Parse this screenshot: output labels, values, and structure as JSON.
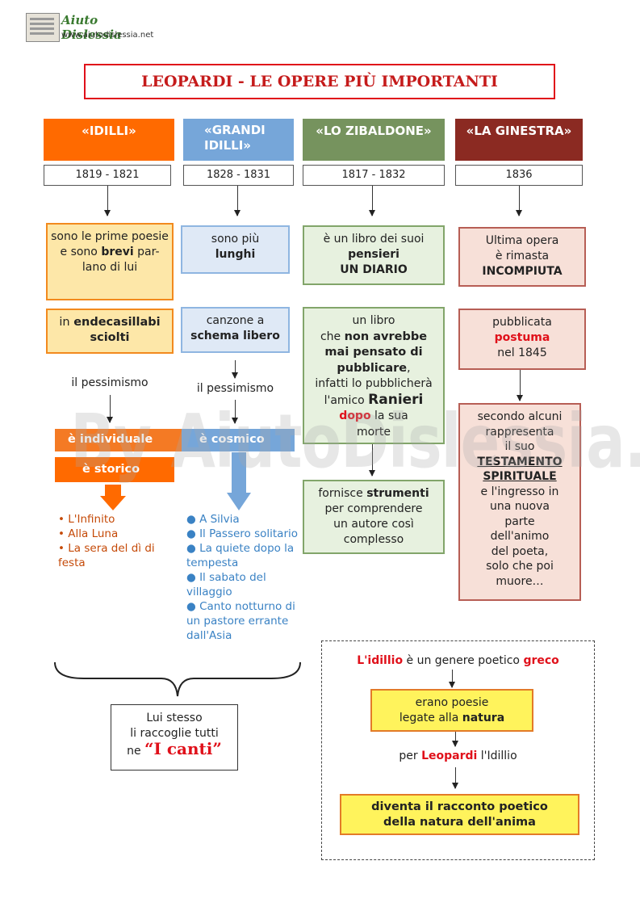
{
  "logo": {
    "brand": "Aiuto Dislessia",
    "url": "www.aiutodislessia.net"
  },
  "title": "LEOPARDI  -  LE OPERE PIÙ IMPORTANTI",
  "columns": {
    "idilli": {
      "header": "«IDILLI»",
      "color": "#ff6a00",
      "dates": "1819 - 1821",
      "desc": {
        "a": "sono le prime poesie",
        "b": "e sono ",
        "c": "brevi",
        "d": " par-lano di lui"
      },
      "meter": {
        "a": "in ",
        "b": "endecasillabi sciolti"
      },
      "pessimism": "il pessimismo",
      "band1": "è individuale",
      "band2": "è storico",
      "poems": [
        "L'Infinito",
        "Alla Luna",
        "La sera del dì di festa"
      ]
    },
    "grandi": {
      "header": "«GRANDI IDILLI»",
      "color": "#76a6d9",
      "dates": "1828 - 1831",
      "desc": {
        "a": "sono più",
        "b": "lunghi"
      },
      "meter": {
        "a": "canzone a",
        "b": "schema libero"
      },
      "pessimism": "il pessimismo",
      "band1": "è cosmico",
      "poems": [
        "A Silvia",
        "Il Passero solitario",
        "La quiete dopo la tempesta",
        "Il sabato del villaggio",
        "Canto notturno di un pastore errante dall'Asia"
      ]
    },
    "zibaldone": {
      "header": "«LO ZIBALDONE»",
      "color": "#76935e",
      "dates": "1817 - 1832",
      "desc": {
        "a": "è un libro dei suoi",
        "b": "pensieri",
        "c": "UN DIARIO"
      },
      "book": {
        "a": "un libro",
        "b": "che ",
        "c": "non avrebbe mai pensato di pubblicare",
        "d": ",",
        "e": "infatti lo pubblicherà",
        "f": "l'amico ",
        "g": "Ranieri",
        "h": "dopo",
        "i": " la sua",
        "j": "morte"
      },
      "tools": {
        "a": "fornisce ",
        "b": "strumenti",
        "c": "per comprendere",
        "d": "un autore così",
        "e": "complesso"
      }
    },
    "ginestra": {
      "header": "«LA GINESTRA»",
      "color": "#8b2a22",
      "dates": "1836",
      "desc": {
        "a": "Ultima opera",
        "b": "è rimasta",
        "c": "INCOMPIUTA"
      },
      "posthumous": {
        "a": "pubblicata",
        "b": "postuma",
        "c": "nel 1845"
      },
      "testament": {
        "a": "secondo alcuni",
        "b": "rappresenta",
        "c": "il suo",
        "d": "TESTAMENTO SPIRITUALE",
        "e": "e l'ingresso in",
        "f": "una nuova",
        "g": "parte",
        "h": "dell'animo",
        "i": "del poeta,",
        "j": "solo che poi",
        "k": "muore…"
      }
    }
  },
  "canti": {
    "a": "Lui stesso",
    "b": "li raccoglie tutti",
    "c": "ne ",
    "d": "“I canti”"
  },
  "idillio": {
    "l1a": "L'idillio",
    "l1b": " è un genere poetico ",
    "l1c": "greco",
    "box1a": "erano poesie",
    "box1b": "legate alla ",
    "box1c": "natura",
    "l2a": "per ",
    "l2b": "Leopardi",
    "l2c": " l'Idillio",
    "box2": "diventa il racconto poetico della natura dell'anima"
  },
  "watermark": "By AiutoDislessia.net"
}
